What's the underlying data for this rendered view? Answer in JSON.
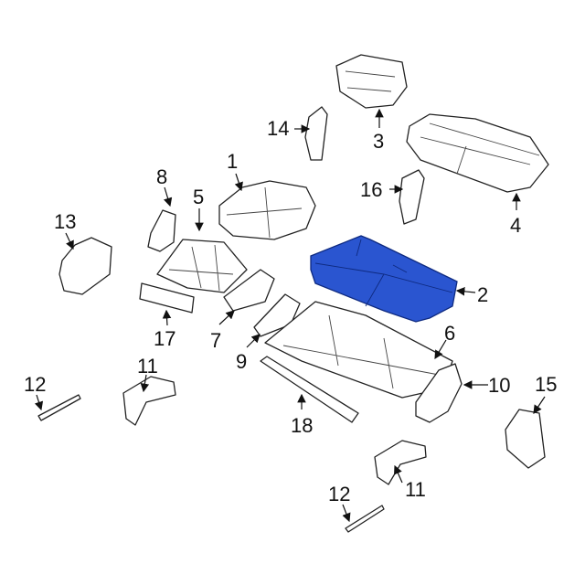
{
  "diagram": {
    "highlight_color": "#2a55d0",
    "highlighted_part": "2",
    "callouts": {
      "c1": "1",
      "c2": "2",
      "c3": "3",
      "c4": "4",
      "c5": "5",
      "c6": "6",
      "c7": "7",
      "c8": "8",
      "c9": "9",
      "c10": "10",
      "c11a": "11",
      "c11b": "11",
      "c12a": "12",
      "c12b": "12",
      "c13": "13",
      "c14": "14",
      "c15": "15",
      "c16": "16",
      "c17": "17",
      "c18": "18"
    }
  }
}
